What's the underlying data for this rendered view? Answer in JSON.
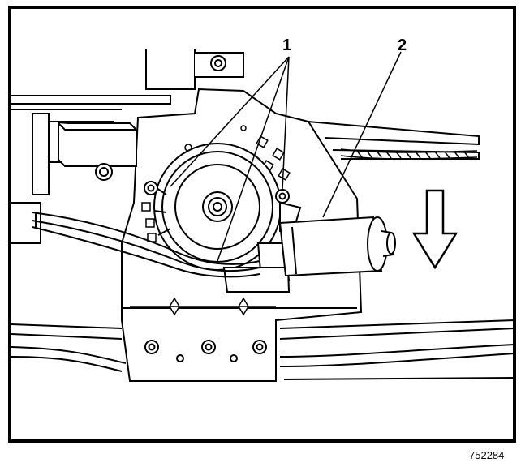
{
  "figure": {
    "callouts": [
      {
        "id": "1",
        "label": "1"
      },
      {
        "id": "2",
        "label": "2"
      }
    ],
    "figure_number": "752284",
    "arrow_direction": "down"
  },
  "colors": {
    "ink": "#000000",
    "paper": "#ffffff",
    "shade": "#d9d9d9"
  }
}
